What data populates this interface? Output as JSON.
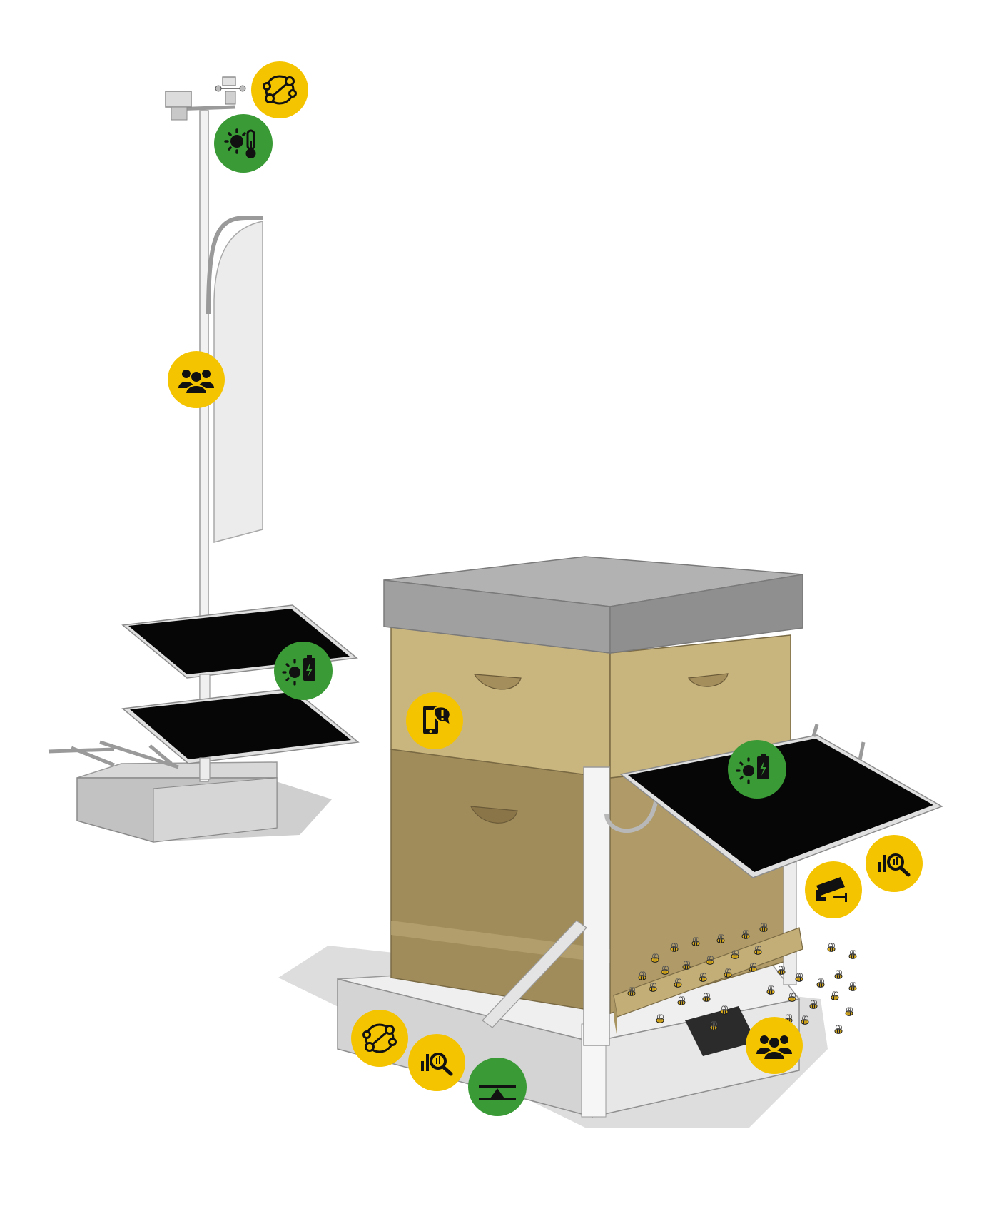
{
  "colors": {
    "background": "#ffffff",
    "badge_yellow": "#f5c400",
    "badge_green": "#3a9a35",
    "icon_black": "#111111",
    "hive_wood_light": "#c9b57e",
    "hive_wood_dark": "#a08c5b",
    "roof_gray": "#9c9c9c",
    "solar_panel": "#0a0a0a",
    "stand_light": "#e8e8e8"
  },
  "illustration": {
    "weather_station": {
      "objects": [
        "weather-station-mast",
        "flag-banner",
        "solar-panel-upper",
        "solar-panel-lower",
        "concrete-base"
      ],
      "badges": [
        {
          "icon": "network-nodes-icon",
          "color": "yellow"
        },
        {
          "icon": "sun-thermometer-icon",
          "color": "green"
        },
        {
          "icon": "people-group-icon",
          "color": "yellow"
        },
        {
          "icon": "solar-battery-icon",
          "color": "green"
        }
      ]
    },
    "beehive": {
      "objects": [
        "hive-roof",
        "hive-super-upper",
        "hive-brood-box",
        "hive-stand",
        "hive-solar-panel",
        "hive-entrance-board",
        "bees"
      ],
      "badges": [
        {
          "icon": "phone-alert-icon",
          "color": "yellow"
        },
        {
          "icon": "solar-battery-icon",
          "color": "green"
        },
        {
          "icon": "security-camera-icon",
          "color": "yellow"
        },
        {
          "icon": "analytics-search-icon",
          "color": "yellow"
        },
        {
          "icon": "people-group-icon",
          "color": "yellow"
        },
        {
          "icon": "network-nodes-icon",
          "color": "yellow"
        },
        {
          "icon": "analytics-search-icon",
          "color": "yellow"
        },
        {
          "icon": "scale-balance-icon",
          "color": "green"
        }
      ]
    }
  }
}
